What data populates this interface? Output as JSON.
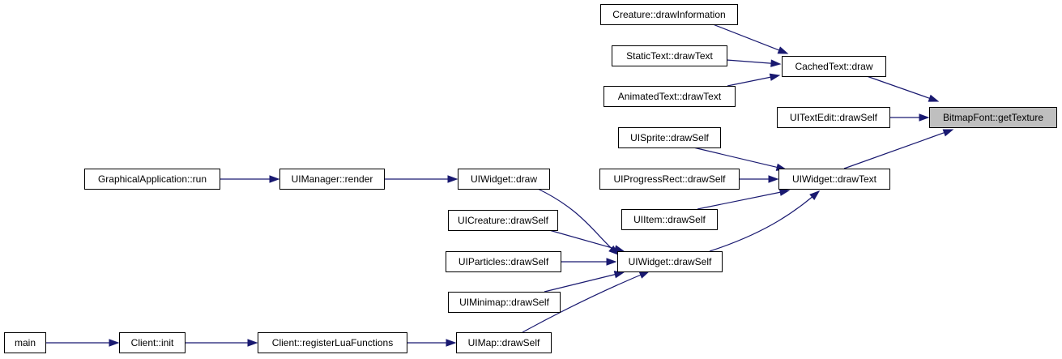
{
  "diagram": {
    "nodes": [
      {
        "id": "bitmapfont-gettexture",
        "label": "BitmapFont::getTexture",
        "highlight": true
      },
      {
        "id": "cachedtext-draw",
        "label": "CachedText::draw"
      },
      {
        "id": "creature-drawinformation",
        "label": "Creature::drawInformation"
      },
      {
        "id": "statictext-drawtext",
        "label": "StaticText::drawText"
      },
      {
        "id": "animatedtext-drawtext",
        "label": "AnimatedText::drawText"
      },
      {
        "id": "uitextedit-drawself",
        "label": "UITextEdit::drawSelf"
      },
      {
        "id": "uiwidget-drawtext",
        "label": "UIWidget::drawText"
      },
      {
        "id": "uisprite-drawself",
        "label": "UISprite::drawSelf"
      },
      {
        "id": "uiprogressrect-drawself",
        "label": "UIProgressRect::drawSelf"
      },
      {
        "id": "uiitem-drawself",
        "label": "UIItem::drawSelf"
      },
      {
        "id": "uiwidget-drawself",
        "label": "UIWidget::drawSelf"
      },
      {
        "id": "uiwidget-draw",
        "label": "UIWidget::draw"
      },
      {
        "id": "uimanager-render",
        "label": "UIManager::render"
      },
      {
        "id": "graphicalapplication-run",
        "label": "GraphicalApplication::run"
      },
      {
        "id": "uicreature-drawself",
        "label": "UICreature::drawSelf"
      },
      {
        "id": "uiparticles-drawself",
        "label": "UIParticles::drawSelf"
      },
      {
        "id": "uiminimap-drawself",
        "label": "UIMinimap::drawSelf"
      },
      {
        "id": "uimap-drawself",
        "label": "UIMap::drawSelf"
      },
      {
        "id": "client-registerluafunctions",
        "label": "Client::registerLuaFunctions"
      },
      {
        "id": "client-init",
        "label": "Client::init"
      },
      {
        "id": "main",
        "label": "main"
      }
    ],
    "edges": [
      {
        "from": "cachedtext-draw",
        "to": "bitmapfont-gettexture"
      },
      {
        "from": "uitextedit-drawself",
        "to": "bitmapfont-gettexture"
      },
      {
        "from": "uiwidget-drawtext",
        "to": "bitmapfont-gettexture"
      },
      {
        "from": "creature-drawinformation",
        "to": "cachedtext-draw"
      },
      {
        "from": "statictext-drawtext",
        "to": "cachedtext-draw"
      },
      {
        "from": "animatedtext-drawtext",
        "to": "cachedtext-draw"
      },
      {
        "from": "uisprite-drawself",
        "to": "uiwidget-drawtext"
      },
      {
        "from": "uiprogressrect-drawself",
        "to": "uiwidget-drawtext"
      },
      {
        "from": "uiitem-drawself",
        "to": "uiwidget-drawtext"
      },
      {
        "from": "uiwidget-drawself",
        "to": "uiwidget-drawtext"
      },
      {
        "from": "uiwidget-draw",
        "to": "uiwidget-drawself"
      },
      {
        "from": "uicreature-drawself",
        "to": "uiwidget-drawself"
      },
      {
        "from": "uiparticles-drawself",
        "to": "uiwidget-drawself"
      },
      {
        "from": "uiminimap-drawself",
        "to": "uiwidget-drawself"
      },
      {
        "from": "uimap-drawself",
        "to": "uiwidget-drawself"
      },
      {
        "from": "uimanager-render",
        "to": "uiwidget-draw"
      },
      {
        "from": "graphicalapplication-run",
        "to": "uimanager-render"
      },
      {
        "from": "client-registerluafunctions",
        "to": "uimap-drawself"
      },
      {
        "from": "client-init",
        "to": "client-registerluafunctions"
      },
      {
        "from": "main",
        "to": "client-init"
      }
    ]
  }
}
